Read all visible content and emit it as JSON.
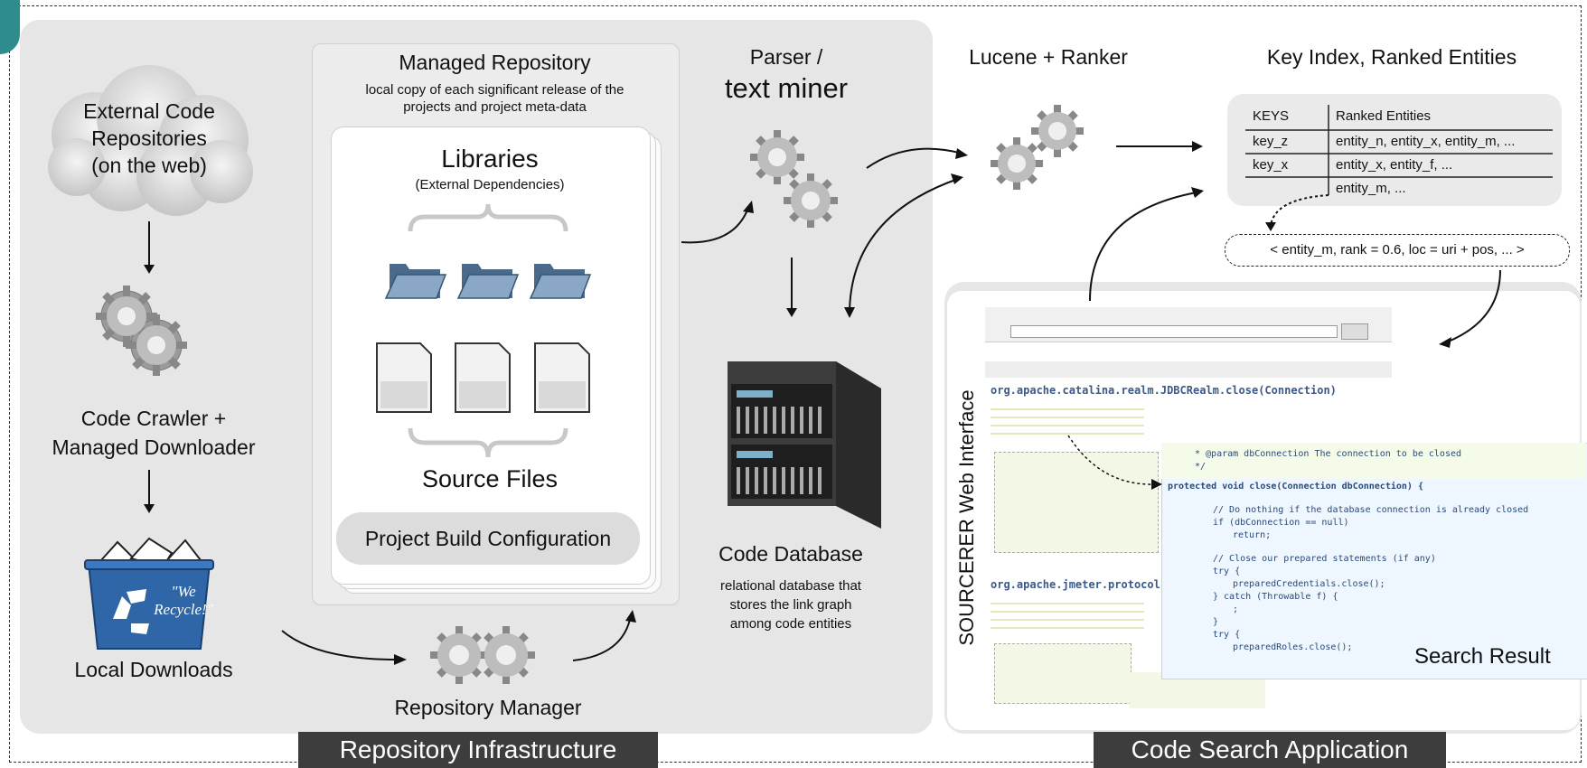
{
  "external_repos": "External Code\nRepositories\n(on the web)",
  "crawler": "Code Crawler +\nManaged Downloader",
  "local_downloads": "Local Downloads",
  "recycle_text": "\"We\nRecycle!\"",
  "managed_repo": {
    "title": "Managed Repository",
    "subtitle": "local copy of each significant release of the\nprojects and project meta-data",
    "libraries": "Libraries",
    "libraries_sub": "(External Dependencies)",
    "source_files": "Source Files",
    "build_config": "Project Build Configuration"
  },
  "repository_manager": "Repository Manager",
  "parser": {
    "line1": "Parser /",
    "line2": "text miner"
  },
  "lucene": "Lucene + Ranker",
  "code_database": {
    "title": "Code Database",
    "desc": "relational database that\nstores the link graph\namong code entities"
  },
  "key_index": {
    "title": "Key Index, Ranked Entities",
    "headers": [
      "KEYS",
      "Ranked Entities"
    ],
    "rows": [
      [
        "key_z",
        "entity_n, entity_x, entity_m, ..."
      ],
      [
        "key_x",
        "entity_x, entity_f, ..."
      ],
      [
        "",
        "entity_m, ..."
      ]
    ],
    "entity_record": "< entity_m, rank = 0.6, loc = uri + pos, ... >"
  },
  "web_interface": {
    "vertical_label": "SOURCERER Web Interface",
    "result1": "org.apache.catalina.realm.JDBCRealm.close(Connection)",
    "result2": "org.apache.jmeter.protocol.",
    "code_lines": [
      "* @param dbConnection The connection to be closed",
      "*/",
      "protected void close(Connection dbConnection) {",
      "// Do nothing if the database connection is already closed",
      "if (dbConnection == null)",
      "return;",
      "// Close our prepared statements (if any)",
      "try {",
      "preparedCredentials.close();",
      "} catch (Throwable f) {",
      ";",
      "}",
      "try {",
      "preparedRoles.close();"
    ],
    "search_result": "Search Result"
  },
  "section_labels": {
    "left": "Repository Infrastructure",
    "right": "Code Search Application"
  }
}
